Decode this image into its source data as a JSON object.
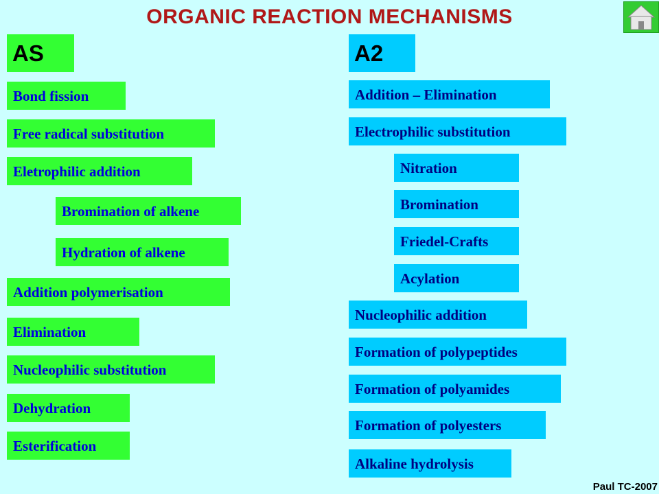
{
  "title": "ORGANIC  REACTION  MECHANISMS",
  "home_icon": "home-icon",
  "as": {
    "heading": "AS",
    "items": [
      "Bond fission",
      "Free radical substitution",
      "Eletrophilic addition",
      "Bromination of alkene",
      "Hydration of alkene",
      "Addition polymerisation",
      "Elimination",
      "Nucleophilic substitution",
      "Dehydration",
      "Esterification"
    ]
  },
  "a2": {
    "heading": "A2",
    "items": [
      "Addition – Elimination",
      "Electrophilic substitution",
      "Nitration",
      "Bromination",
      "Friedel-Crafts",
      "Acylation",
      "Nucleophilic addition",
      "Formation of polypeptides",
      "Formation of polyamides",
      "Formation of polyesters",
      "Alkaline hydrolysis"
    ]
  },
  "credit": "Paul TC-2007",
  "colors": {
    "background": "#ccffff",
    "title": "#b01818",
    "as_box": "#33ff33",
    "a2_box": "#00ccff"
  }
}
